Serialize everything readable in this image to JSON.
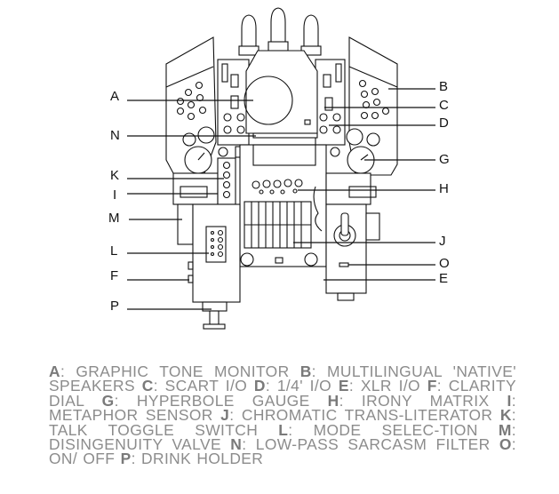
{
  "labels": {
    "A": "A",
    "B": "B",
    "C": "C",
    "D": "D",
    "E": "E",
    "F": "F",
    "G": "G",
    "H": "H",
    "I": "I",
    "J": "J",
    "K": "K",
    "L": "L",
    "M": "M",
    "N": "N",
    "O": "O",
    "P": "P"
  },
  "legend": [
    {
      "key": "A",
      "text": "GRAPHIC TONE MONITOR"
    },
    {
      "key": "B",
      "text": "MULTILINGUAL 'NATIVE' SPEAKERS"
    },
    {
      "key": "C",
      "text": "SCART I/O"
    },
    {
      "key": "D",
      "text": "1/4' I/O"
    },
    {
      "key": "E",
      "text": "XLR I/O"
    },
    {
      "key": "F",
      "text": "CLARITY DIAL"
    },
    {
      "key": "G",
      "text": "HYPERBOLE GAUGE"
    },
    {
      "key": "H",
      "text": "IRONY MATRIX"
    },
    {
      "key": "I",
      "text": "METAPHOR SENSOR"
    },
    {
      "key": "J",
      "text": "CHROMATIC TRANS-LITERATOR"
    },
    {
      "key": "K",
      "text": "TALK TOGGLE SWITCH"
    },
    {
      "key": "L",
      "text": "MODE SELEC-TION"
    },
    {
      "key": "M",
      "text": "DISINGENUITY VALVE"
    },
    {
      "key": "N",
      "text": "LOW-PASS SARCASM FILTER"
    },
    {
      "key": "O",
      "text": "ON/ OFF"
    },
    {
      "key": "P",
      "text": "DRINK HOLDER"
    }
  ]
}
